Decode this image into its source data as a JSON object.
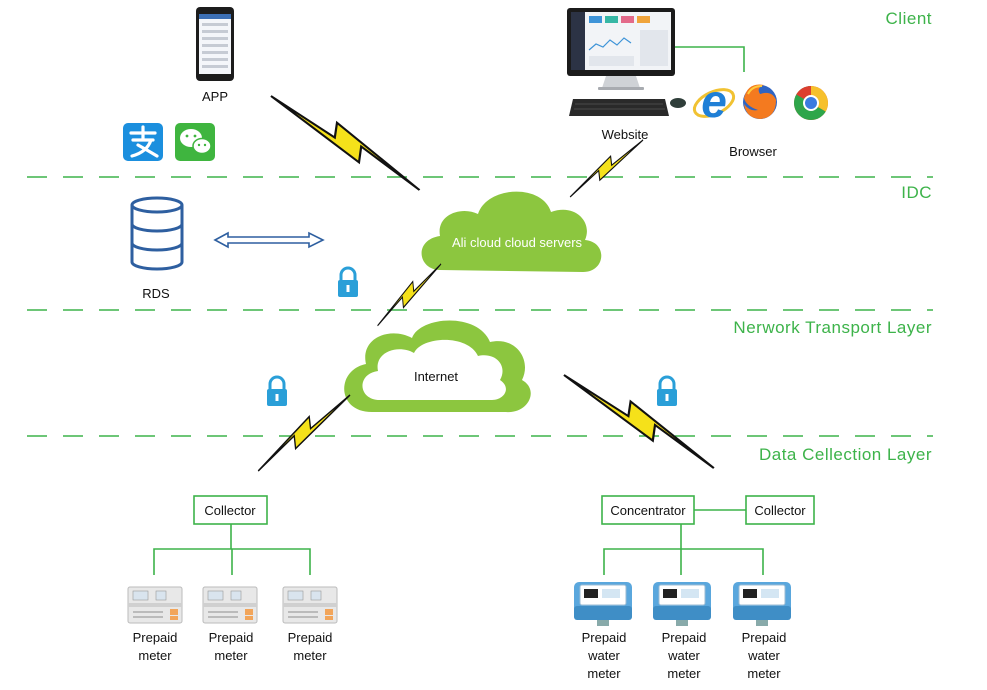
{
  "layers": {
    "client": "Client",
    "idc": "IDC",
    "network": "Nerwork Transport Layer",
    "data": "Data Cellection Layer"
  },
  "nodes": {
    "app": "APP",
    "website": "Website",
    "browser": "Browser",
    "rds": "RDS",
    "ali_cloud": "Ali cloud  cloud servers",
    "internet": "Internet",
    "collector_left": "Collector",
    "concentrator": "Concentrator",
    "collector_right": "Collector"
  },
  "meters": {
    "electric": [
      {
        "line1": "Prepaid",
        "line2": "meter"
      },
      {
        "line1": "Prepaid",
        "line2": "meter"
      },
      {
        "line1": "Prepaid",
        "line2": "meter"
      }
    ],
    "water": [
      {
        "line1": "Prepaid",
        "line2": "water",
        "line3": "meter"
      },
      {
        "line1": "Prepaid",
        "line2": "water",
        "line3": "meter"
      },
      {
        "line1": "Prepaid",
        "line2": "water",
        "line3": "meter"
      }
    ]
  },
  "icons": {
    "alipay": "alipay-icon",
    "wechat": "wechat-icon",
    "ie": "internet-explorer-icon",
    "firefox": "firefox-icon",
    "chrome": "chrome-icon",
    "lock": "lock-icon",
    "database": "database-icon"
  },
  "colors": {
    "green": "#3db34a",
    "cloud": "#8cc63f",
    "bolt_fill": "#f5e11a",
    "lock_blue": "#2a9fd8"
  }
}
